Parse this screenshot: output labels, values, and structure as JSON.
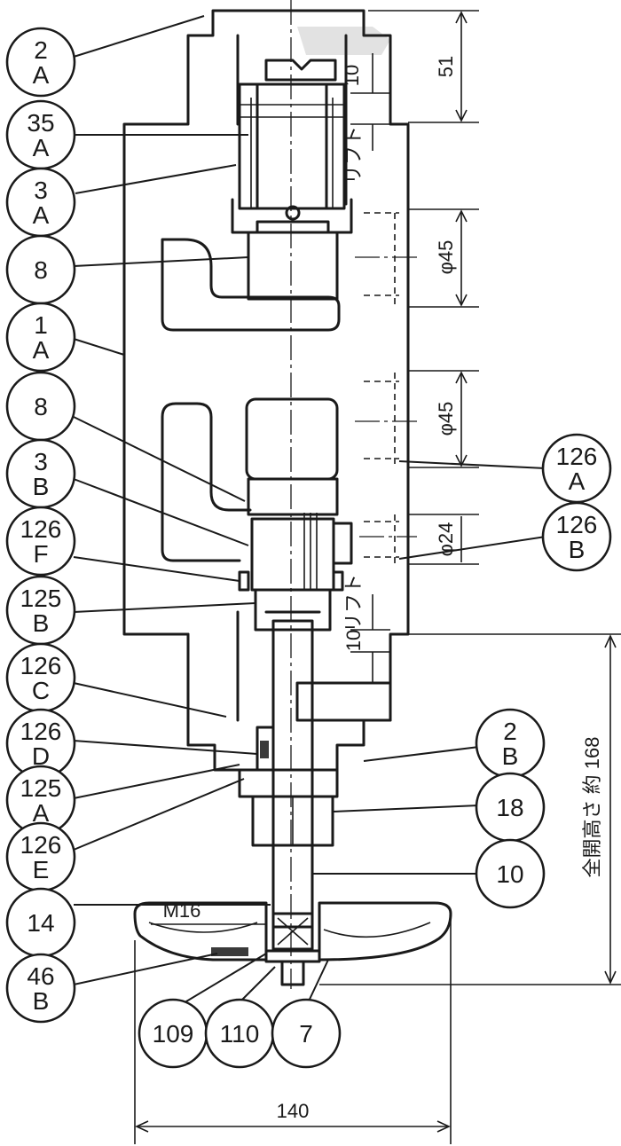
{
  "callouts": {
    "left": [
      {
        "top": "2",
        "bottom": "A"
      },
      {
        "top": "35",
        "bottom": "A"
      },
      {
        "top": "3",
        "bottom": "A"
      },
      {
        "top": "8",
        "bottom": ""
      },
      {
        "top": "1",
        "bottom": "A"
      },
      {
        "top": "8",
        "bottom": ""
      },
      {
        "top": "3",
        "bottom": "B"
      },
      {
        "top": "126",
        "bottom": "F"
      },
      {
        "top": "125",
        "bottom": "B"
      },
      {
        "top": "126",
        "bottom": "C"
      },
      {
        "top": "126",
        "bottom": "D"
      },
      {
        "top": "125",
        "bottom": "A"
      },
      {
        "top": "126",
        "bottom": "E"
      },
      {
        "top": "14",
        "bottom": ""
      },
      {
        "top": "46",
        "bottom": "B"
      }
    ],
    "right": [
      {
        "top": "126",
        "bottom": "A"
      },
      {
        "top": "126",
        "bottom": "B"
      },
      {
        "top": "2",
        "bottom": "B"
      },
      {
        "top": "18",
        "bottom": ""
      },
      {
        "top": "10",
        "bottom": ""
      }
    ],
    "bottom": [
      {
        "top": "109",
        "bottom": ""
      },
      {
        "top": "110",
        "bottom": ""
      },
      {
        "top": "7",
        "bottom": ""
      }
    ]
  },
  "dimensions": {
    "top_height": "51",
    "lift_top_value": "10",
    "lift_top_label": "リフト",
    "bore_upper": "φ45",
    "bore_middle": "φ45",
    "bore_lower": "φ24",
    "lift_bottom_label": "リフト",
    "lift_bottom_value": "10",
    "overall_height": "全開高さ 約 168",
    "thread": "M16",
    "handle_width": "140"
  }
}
